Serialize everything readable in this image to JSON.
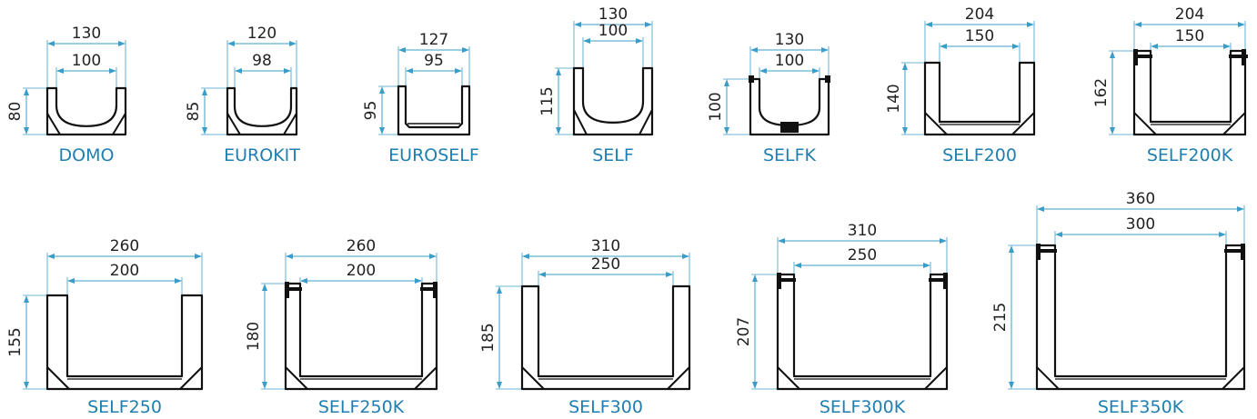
{
  "channels": [
    {
      "name": "DOMO",
      "outer_width": "130",
      "inner_width": "100",
      "height": "80",
      "style": "curved"
    },
    {
      "name": "EUROKIT",
      "outer_width": "120",
      "inner_width": "98",
      "height": "85",
      "style": "curved"
    },
    {
      "name": "EUROSELF",
      "outer_width": "127",
      "inner_width": "95",
      "height": "95",
      "style": "flat"
    },
    {
      "name": "SELF",
      "outer_width": "130",
      "inner_width": "100",
      "height": "115",
      "style": "deep"
    },
    {
      "name": "SELFK",
      "outer_width": "130",
      "inner_width": "100",
      "height": "100",
      "style": "frame"
    },
    {
      "name": "SELF200",
      "outer_width": "204",
      "inner_width": "150",
      "height": "140",
      "style": "box"
    },
    {
      "name": "SELF200K",
      "outer_width": "204",
      "inner_width": "150",
      "height": "162",
      "style": "framebox"
    },
    {
      "name": "SELF250",
      "outer_width": "260",
      "inner_width": "200",
      "height": "155",
      "style": "box"
    },
    {
      "name": "SELF250K",
      "outer_width": "260",
      "inner_width": "200",
      "height": "180",
      "style": "framebox"
    },
    {
      "name": "SELF300",
      "outer_width": "310",
      "inner_width": "250",
      "height": "185",
      "style": "box"
    },
    {
      "name": "SELF300K",
      "outer_width": "310",
      "inner_width": "250",
      "height": "207",
      "style": "framebox"
    },
    {
      "name": "SELF350K",
      "outer_width": "360",
      "inner_width": "300",
      "height": "215",
      "style": "framebox"
    }
  ]
}
